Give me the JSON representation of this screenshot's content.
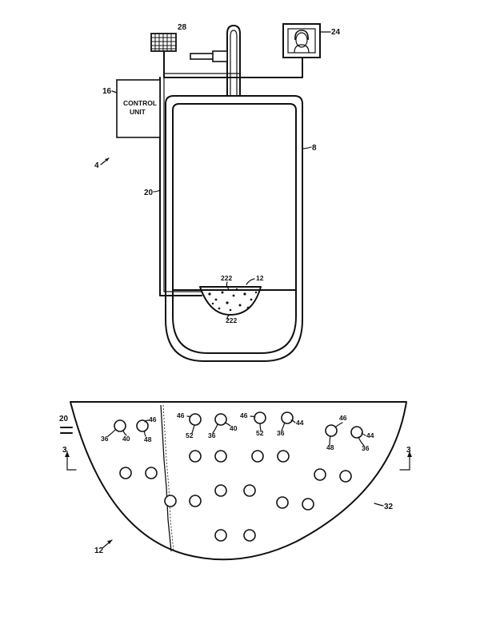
{
  "colors": {
    "ink": "#111111",
    "paper": "#ffffff"
  },
  "labels": {
    "control_unit_line1": "CONTROL",
    "control_unit_line2": "UNIT",
    "ref_16": "16",
    "ref_28": "28",
    "ref_24": "24",
    "ref_8": "8",
    "ref_4": "4",
    "ref_20_top": "20",
    "ref_222_a": "222",
    "ref_222_b": "222",
    "ref_12_top": "12",
    "ref_20_bottom": "20",
    "ref_3_left": "3",
    "ref_3_right": "3",
    "ref_32": "32",
    "ref_12_bottom": "12"
  },
  "hole_labels": [
    "36",
    "40",
    "46",
    "48",
    "46",
    "52",
    "36",
    "40",
    "46",
    "52",
    "36",
    "44",
    "46",
    "48",
    "44",
    "36"
  ],
  "icons": {
    "monitor": "monitor-face-icon",
    "heater": "mesh-block-icon"
  }
}
